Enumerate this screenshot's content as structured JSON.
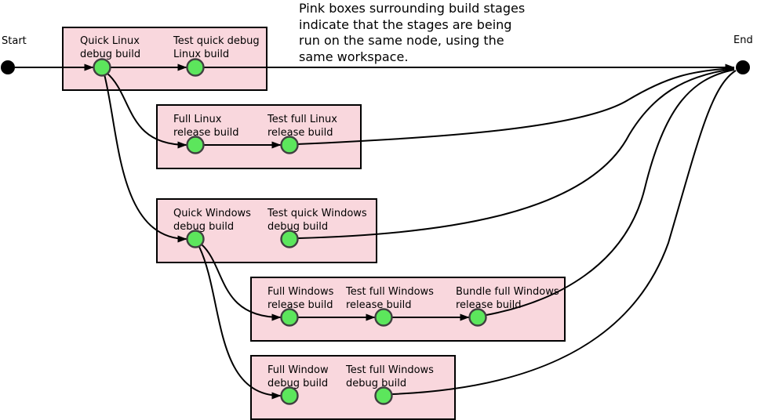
{
  "annotation": "Pink boxes surrounding build stages\nindicate that the stages are being\nrun on the same node, using the\nsame workspace.",
  "terminals": {
    "start": "Start",
    "end": "End"
  },
  "stages": {
    "quick_linux_debug": "Quick Linux\ndebug build",
    "test_quick_debug_linux": "Test quick debug\nLinux build",
    "full_linux_release": "Full Linux\nrelease build",
    "test_full_linux_release": "Test full Linux\nrelease build",
    "quick_windows_debug": "Quick Windows\ndebug build",
    "test_quick_windows_debug": "Test quick Windows\ndebug build",
    "full_windows_release": "Full Windows\nrelease build",
    "test_full_windows_release": "Test full Windows\nrelease build",
    "bundle_full_windows_release": "Bundle full Windows\nrelease build",
    "full_window_debug": "Full Window\ndebug build",
    "test_full_windows_debug": "Test full Windows\ndebug build"
  },
  "colors": {
    "box_fill": "#f9d7dd",
    "box_border": "#000000",
    "node_fill": "#5ce65c",
    "node_border": "#404040",
    "edge": "#000000",
    "terminal": "#000000"
  }
}
